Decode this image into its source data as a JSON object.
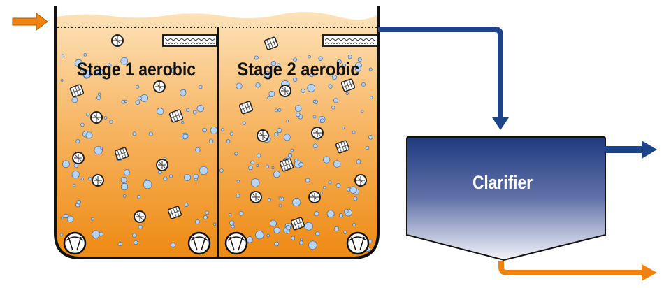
{
  "stages": [
    {
      "label": "Stage 1 aerobic"
    },
    {
      "label": "Stage 2 aerobic"
    }
  ],
  "clarifier": {
    "label": "Clarifier"
  },
  "colors": {
    "influent": "#f0820f",
    "pipe_blue": "#1d4489",
    "liquid_top": "#fde3ba",
    "liquid_bottom": "#ee8a12",
    "clarifier_top": "#1e3a80",
    "clarifier_bottom": "#f4f4fa",
    "bubble": "#b8d4f2"
  }
}
